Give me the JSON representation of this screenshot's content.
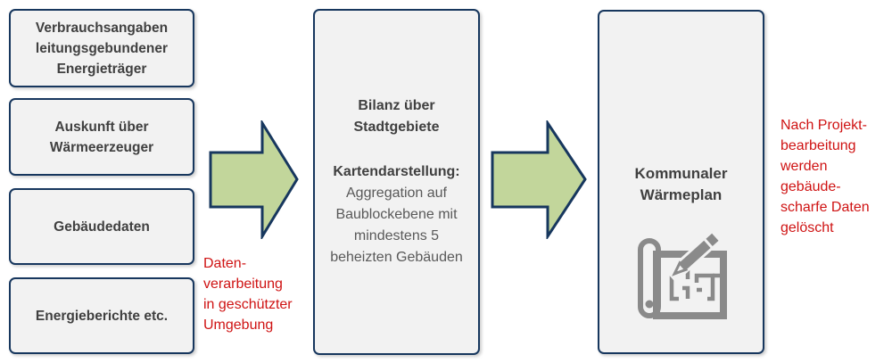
{
  "colors": {
    "background": "#ffffff",
    "box_fill": "#f2f2f2",
    "box_border": "#17375e",
    "box_text": "#404040",
    "body_text": "#595959",
    "arrow_fill": "#c2d69b",
    "note_red": "#cf1313",
    "icon_gray": "#8a8a8a"
  },
  "inputs": [
    {
      "label": "Verbrauchsangaben\nleitungsgebundener\nEnergieträger"
    },
    {
      "label": "Auskunft über\nWärmeerzeuger"
    },
    {
      "label": "Gebäudedaten"
    },
    {
      "label": "Energieberichte etc."
    }
  ],
  "process": {
    "title": "Bilanz über\nStadtgebiete",
    "subtitle": "Kartendarstellung:",
    "body": "Aggregation auf\nBaublockebene mit\nmindestens 5\nbeheizten Gebäuden"
  },
  "output": {
    "title": "Kommunaler\nWärmeplan",
    "icon": "blueprint-pencil-icon"
  },
  "notes": {
    "processing": "Daten-\nverarbeitung\nin geschützter\nUmgebung",
    "deletion": "Nach Projekt-\nbearbeitung\nwerden\ngebäude-\nscharfe Daten\ngelöscht"
  }
}
